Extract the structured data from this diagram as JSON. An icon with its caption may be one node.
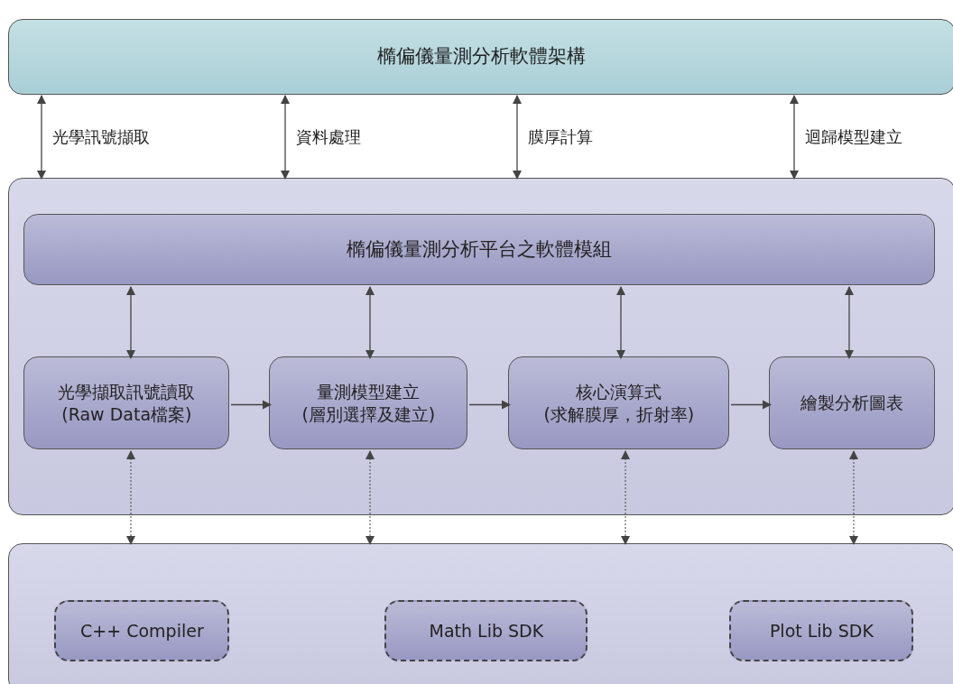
{
  "diagram": {
    "nodes": [
      {
        "text": [
          "橢偏儀量測分析軟體架構"
        ]
      },
      {
        "text": [],
        "shape": "box"
      },
      {
        "text": [
          "橢偏儀量測分析平台之軟體模組"
        ],
        "in": 1
      },
      {
        "text": [
          "光學擷取訊號讀取",
          "(Raw Data檔案)"
        ],
        "in": 1
      },
      {
        "text": [
          "量測模型建立",
          "(層別選擇及建立)"
        ],
        "in": 1
      },
      {
        "text": [
          "核心演算式",
          "(求解膜厚，折射率)"
        ],
        "in": 1
      },
      {
        "text": [
          "繪製分析圖表"
        ],
        "in": 1
      },
      {
        "text": [],
        "shape": "box"
      },
      {
        "text": [
          "C++ Compiler"
        ],
        "in": 7
      },
      {
        "text": [
          "Math Lib SDK"
        ],
        "in": 7
      },
      {
        "text": [
          "Plot Lib SDK"
        ],
        "in": 7
      }
    ],
    "edges": [
      {
        "from": 0,
        "to": 1,
        "arrow": "both",
        "label": "光學訊號擷取"
      },
      {
        "from": 0,
        "to": 1,
        "arrow": "both",
        "label": "資料處理"
      },
      {
        "from": 0,
        "to": 1,
        "arrow": "both",
        "label": "膜厚計算"
      },
      {
        "from": 0,
        "to": 1,
        "arrow": "both",
        "label": "迴歸模型建立"
      },
      {
        "from": 2,
        "to": 3,
        "arrow": "both"
      },
      {
        "from": 2,
        "to": 4,
        "arrow": "both"
      },
      {
        "from": 2,
        "to": 5,
        "arrow": "both"
      },
      {
        "from": 2,
        "to": 6,
        "arrow": "both"
      },
      {
        "from": 3,
        "to": 4,
        "arrow": "to"
      },
      {
        "from": 4,
        "to": 5,
        "arrow": "to"
      },
      {
        "from": 5,
        "to": 6,
        "arrow": "to"
      },
      {
        "from": 3,
        "to": 7,
        "arrow": "both",
        "style": "dashed"
      },
      {
        "from": 4,
        "to": 7,
        "arrow": "both",
        "style": "dashed"
      },
      {
        "from": 5,
        "to": 7,
        "arrow": "both",
        "style": "dashed"
      },
      {
        "from": 6,
        "to": 7,
        "arrow": "both",
        "style": "dashed"
      }
    ]
  }
}
